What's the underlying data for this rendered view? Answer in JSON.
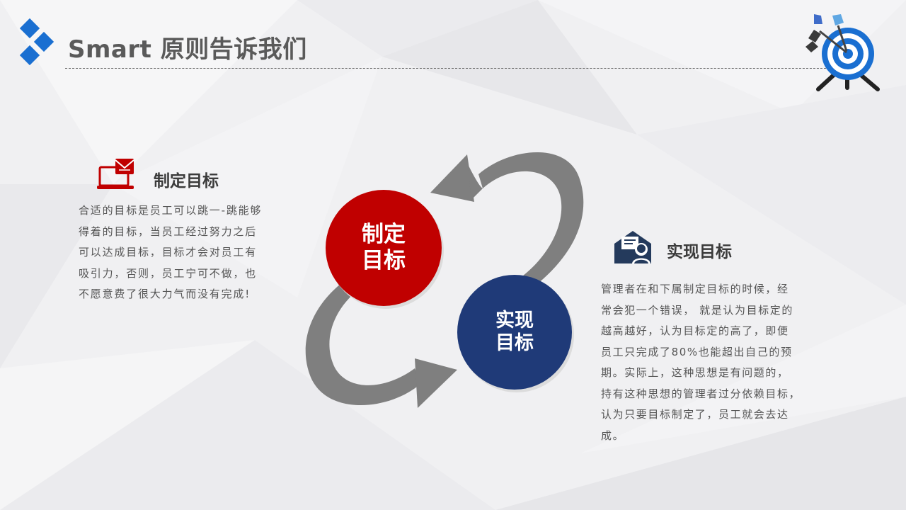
{
  "header": {
    "title": "Smart 原则告诉我们",
    "logo_icon": "blue-diamonds-icon",
    "decoration_icon": "dart-target-icon"
  },
  "left_block": {
    "icon": "laptop-mail-icon",
    "heading": "制定目标",
    "paragraph_lines": [
      "合适的目标是员工可以跳一-跳能够",
      "得着的目标，当员工经过努力之后",
      "可以达成目标，目标才会对员工有",
      "吸引力，否则，员工宁可不做，也",
      "不愿意费了很大力气而没有完成!"
    ]
  },
  "right_block": {
    "icon": "envelope-person-icon",
    "heading": "实现目标",
    "paragraph_lines": [
      "管理者在和下属制定目标的时候，经",
      "常会犯一个错误，  就是认为目标定的",
      "越高越好，认为目标定的高了，即便",
      "员工只完成了80%也能超出自己的预",
      "期。实际上，这种思想是有问题的，",
      "持有这种思想的管理者过分依赖目标，",
      "认为只要目标制定了，员工就会去达",
      "成。"
    ]
  },
  "cycle": {
    "node_1": {
      "line1": "制定",
      "line2": "目标"
    },
    "node_2": {
      "line1": "实现",
      "line2": "目标"
    },
    "arrow_icon": "cycle-arrow-icon"
  },
  "colors": {
    "red": "#c00000",
    "navy": "#1f3a78",
    "blue": "#1a6fd1",
    "arrow_gray": "#7f7f7f",
    "title_gray": "#5a5a5a"
  }
}
